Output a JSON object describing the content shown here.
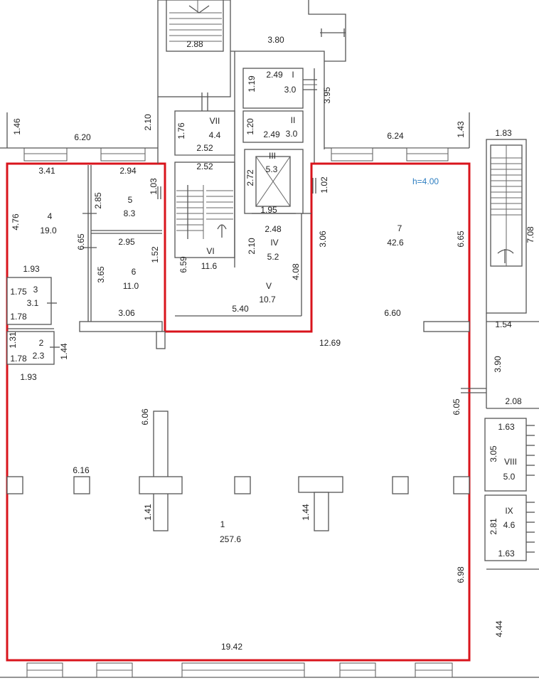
{
  "colors": {
    "outline": "#d9141c",
    "height_label": "#2f7fc1",
    "wall": "#555555"
  },
  "height_label": "h=4.00",
  "rooms": [
    {
      "id": "1",
      "area": "257.6"
    },
    {
      "id": "2",
      "area": "2.3"
    },
    {
      "id": "3",
      "area": "3.1"
    },
    {
      "id": "4",
      "area": "19.0"
    },
    {
      "id": "5",
      "area": "8.3"
    },
    {
      "id": "6",
      "area": "11.0"
    },
    {
      "id": "7",
      "area": "42.6"
    },
    {
      "id": "I",
      "area": "3.0"
    },
    {
      "id": "II",
      "area": "3.0"
    },
    {
      "id": "III",
      "area": "5.3"
    },
    {
      "id": "IV",
      "area": "5.2"
    },
    {
      "id": "V",
      "area": "10.7"
    },
    {
      "id": "VI",
      "area": "11.6"
    },
    {
      "id": "VII",
      "area": "4.4"
    },
    {
      "id": "VIII",
      "area": "5.0"
    },
    {
      "id": "IX",
      "area": "4.6"
    }
  ],
  "dimensions": [
    "2.88",
    "3.80",
    "2.49",
    "1.19",
    "3.95",
    "1.46",
    "6.20",
    "2.10",
    "1.76",
    "1.20",
    "2.49",
    "6.24",
    "1.43",
    "1.83",
    "3.41",
    "2.94",
    "1.03",
    "2.52",
    "2.52",
    "2.72",
    "1.02",
    "4.76",
    "2.85",
    "6.65",
    "1.95",
    "2.48",
    "7.08",
    "2.95",
    "1.52",
    "3.06",
    "6.65",
    "2.10",
    "6.59",
    "1.93",
    "3.65",
    "1.75",
    "4.08",
    "1.78",
    "3.06",
    "5.40",
    "6.60",
    "1.54",
    "1.31",
    "12.69",
    "1.78",
    "1.44",
    "1.93",
    "3.90",
    "2.08",
    "6.05",
    "6.06",
    "1.63",
    "3.05",
    "6.16",
    "1.41",
    "1.44",
    "2.81",
    "1.63",
    "6.98",
    "4.44",
    "19.42"
  ]
}
